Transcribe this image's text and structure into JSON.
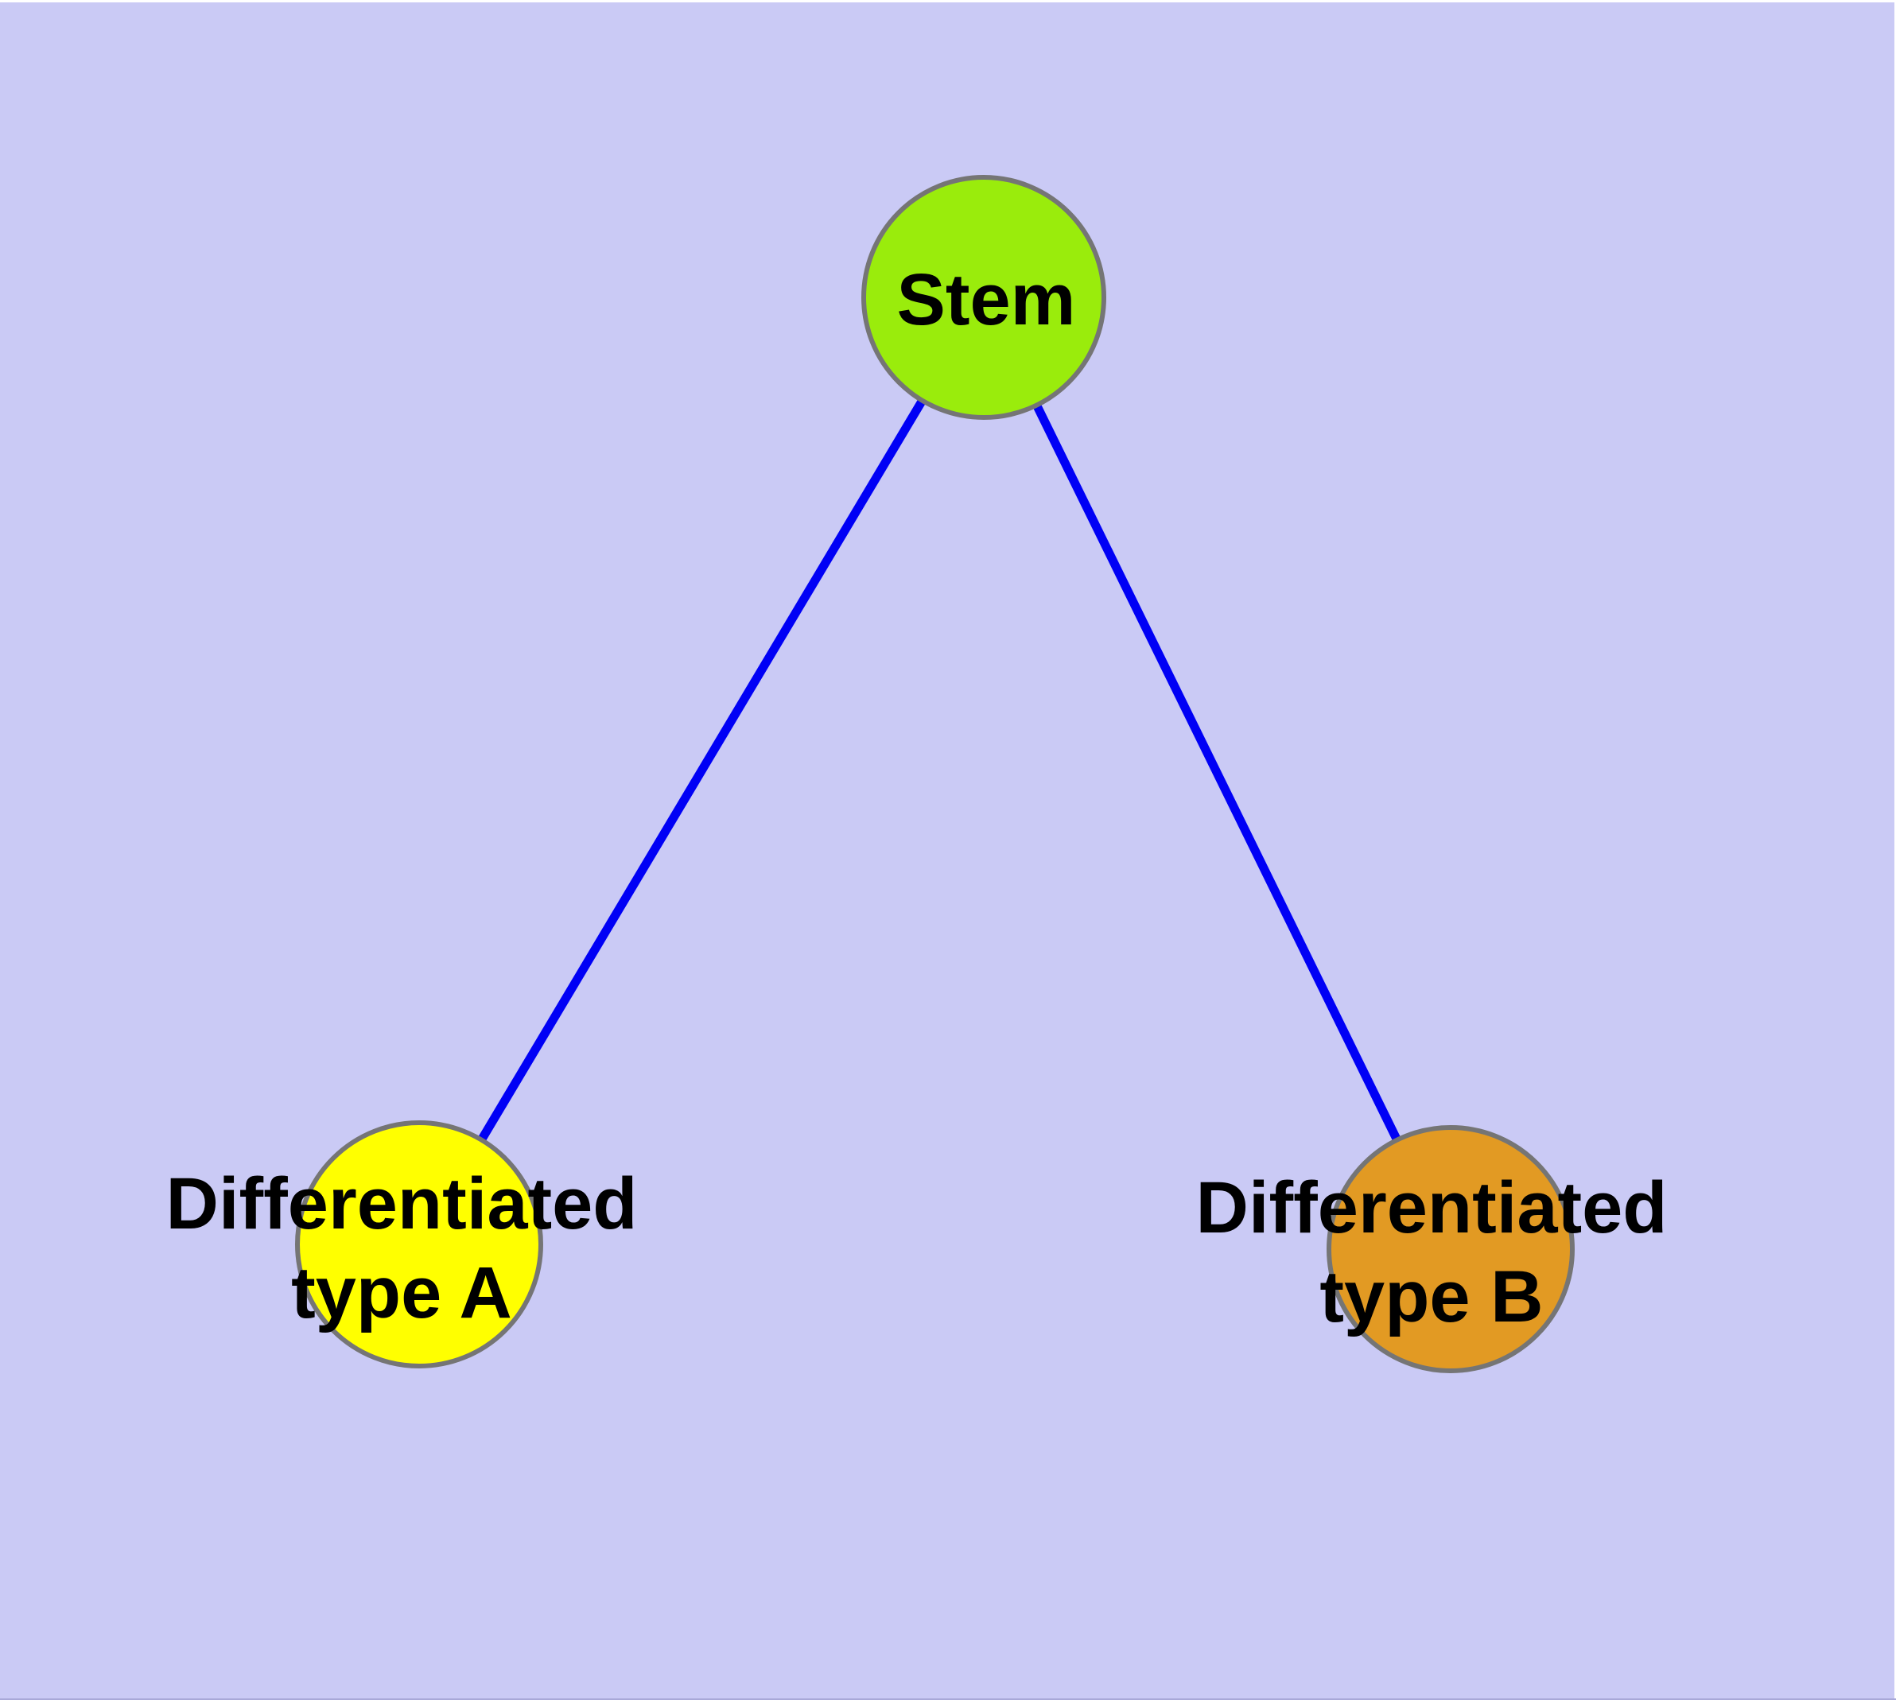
{
  "diagram": {
    "background_color": "#CACAF5",
    "top_border_color": "#FFFFFF",
    "bottom_edge_color": "#A8A8D8",
    "edge_color": "#0000F5",
    "node_border_color": "#757575",
    "label_color": "#000000",
    "nodes": {
      "stem": {
        "label": "Stem",
        "fill": "#9AEC0C"
      },
      "type_a": {
        "label_line1": "Differentiated",
        "label_line2": "type A",
        "fill": "#FFFF00"
      },
      "type_b": {
        "label_line1": "Differentiated",
        "label_line2": "type B",
        "fill": "#E29A23"
      }
    },
    "edges": [
      {
        "from": "Stem",
        "to": "Differentiated type A"
      },
      {
        "from": "Stem",
        "to": "Differentiated type B"
      }
    ]
  }
}
